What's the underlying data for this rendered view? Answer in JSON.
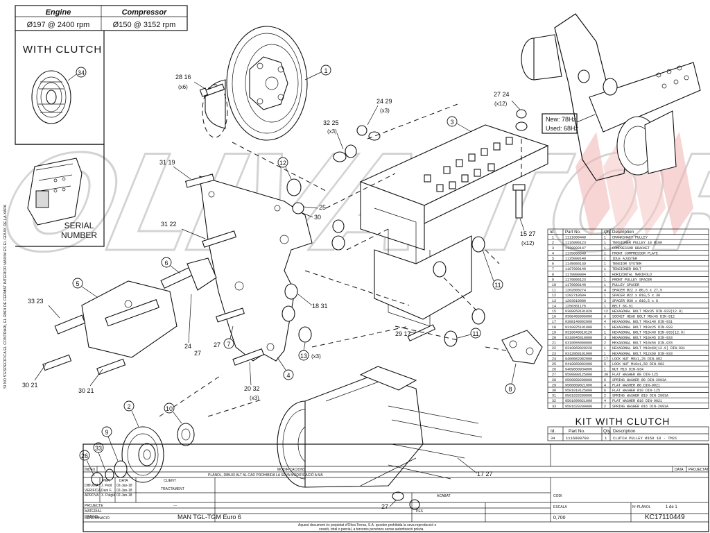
{
  "spec_table": {
    "headers": [
      "Engine",
      "Compressor"
    ],
    "values": [
      "Ø197 @ 2400 rpm",
      "Ø150 @ 3152 rpm"
    ]
  },
  "with_clutch_label": "WITH CLUTCH",
  "serial_label_1": "SERIAL",
  "serial_label_2": "NUMBER",
  "side_note": "SI NO S'ESPECIFICA EL CONTRARI, EL RADI DE FERMAT INTERIOR MAXIM ES EL GRUIX DE LA XAPA",
  "freq_new": "New: 78Hz",
  "freq_used": "Used: 68Hz",
  "callouts": {
    "c1": "1",
    "c2": "2",
    "c3": "3",
    "c4": "4",
    "c5": "5",
    "c6": "6",
    "c7": "7",
    "c8": "8",
    "c9": "9",
    "c10": "10",
    "c11a": "11",
    "c11b": "11",
    "c12": "12",
    "c13": "13",
    "c13q": "(x3)",
    "c34": "34",
    "c28_16": "28 16",
    "c28_16q": "(x6)",
    "c24_29": "24 29",
    "c24_29q": "(x3)",
    "c32_25": "32 25",
    "c32_25q": "(x3)",
    "c27_24": "27 24",
    "c27_24q": "(x12)",
    "c31_19": "31 19",
    "c31_22": "31 22",
    "c25_30": "25",
    "c30": "30",
    "c15_27": "15 27",
    "c15_27q": "(x12)",
    "c33_23": "33 23",
    "c30_21a": "30 21",
    "c30_21b": "30 21",
    "c24_27": "24",
    "c27b": "27",
    "c27c": "27",
    "c18_31": "18 31",
    "c20_32": "20 32",
    "c20_32q": "(x3)",
    "c29_17": "29 17",
    "c17_27": "17 27",
    "c27d": "27",
    "c33": "33",
    "c26": "26"
  },
  "bom": {
    "headers": [
      "Id.",
      "Part No.",
      "Qty.",
      "Description"
    ],
    "rows": [
      [
        "1",
        "1111000449",
        "1",
        "CRANKSHAFT PULLEY"
      ],
      [
        "2",
        "1116000123",
        "1",
        "TENSIONER PULLEY 18 Ø100"
      ],
      [
        "3",
        "1120000147",
        "1",
        "COMPRESSOR BRACKET"
      ],
      [
        "4",
        "1135000649",
        "1",
        "FRONT COMPRESSOR PLATE"
      ],
      [
        "5",
        "1135000149",
        "1",
        "IDLE AJUSTER"
      ],
      [
        "6",
        "1145000149",
        "1",
        "TENSIOR SYSTEM"
      ],
      [
        "7",
        "1167000149",
        "1",
        "TENSIONER BOLT"
      ],
      [
        "8",
        "1170000004",
        "1",
        "HORIZONTAL MANIFOLD"
      ],
      [
        "9",
        "1170000123",
        "1",
        "FRONT PULLEY SPACER"
      ],
      [
        "10",
        "1170000149",
        "1",
        "PULLEY SPACER"
      ],
      [
        "11",
        "1202000274",
        "4",
        "SPACER Ø22 x Ø6,5 x 27,5"
      ],
      [
        "12",
        "1202710604",
        "1",
        "SPACER Ø22 x Ø10,5 x 30"
      ],
      [
        "13",
        "1203010080",
        "3",
        "SPACER Ø30 x Ø10,5 x 8"
      ],
      [
        "14",
        "1250301175",
        "1",
        "BELT 8X-51"
      ],
      [
        "15",
        "9308050101020",
        "12",
        "HEXAGONAL BOLT M8x35 DIN-933(12.9)"
      ],
      [
        "16",
        "9308405005000",
        "6",
        "SOCKET HEAD BOLT M8x45 DIN-912"
      ],
      [
        "17",
        "9308140002000",
        "4",
        "HEXAGONAL BOLT M8x140 DIN-931"
      ],
      [
        "18",
        "9310025101000",
        "1",
        "HEXAGONAL BOLT M10x25 DIN-933"
      ],
      [
        "19",
        "9310040010120",
        "1",
        "HEXAGONAL BOLT M10x40 DIN-933(12.9)"
      ],
      [
        "20",
        "9310045010000",
        "3",
        "HEXAGONAL BOLT M10x45 DIN-933"
      ],
      [
        "21",
        "9310055000000",
        "2",
        "HEXAGONAL BOLT M10x55 DIN-933"
      ],
      [
        "22",
        "9310060020220",
        "1",
        "HEXAGONAL BOLT M10x60(12.9) DIN-931"
      ],
      [
        "23",
        "9312060101000",
        "1",
        "HEXAGONAL BOLT M12x60 DIN-933"
      ],
      [
        "24",
        "9400082982000",
        "17",
        "LOCK NUT M8x1,25 DIN-982"
      ],
      [
        "25",
        "9410060982000",
        "5",
        "LOCK NUT M10x1,50 DIN-982"
      ],
      [
        "26",
        "9409060934000",
        "1",
        "NUT M16 DIN-934"
      ],
      [
        "27",
        "9500808125000",
        "30",
        "FLAT WASHER Ø8 DIN-125"
      ],
      [
        "28",
        "9500808208000",
        "6",
        "SPRING WASHER Ø8 DIN-2093A"
      ],
      [
        "29",
        "9500809021000",
        "4",
        "FLAT WASHER Ø8 DIN-9021"
      ],
      [
        "30",
        "9501010125000",
        "6",
        "FLAT WASHER Ø10 DIN-125"
      ],
      [
        "31",
        "9501020209000",
        "2",
        "SPRING WASHER Ø10 DIN-2093A"
      ],
      [
        "32",
        "9501090021000",
        "4",
        "FLAT WASHER Ø10 DIN-9021"
      ],
      [
        "33",
        "9501620209000",
        "2",
        "SPRING WASHER Ø16 DIN-2093A"
      ]
    ]
  },
  "kit": {
    "title": "KIT WITH CLUTCH",
    "headers": [
      "Id.",
      "Part No.",
      "Qty.",
      "Description"
    ],
    "rows": [
      [
        "34",
        "1116000700",
        "1",
        "CLUTCH PULLEY Ø150 18 - TM21"
      ]
    ]
  },
  "title_block": {
    "revision_hdr": [
      "ÍNDEX",
      "MODIFICACIONS",
      "DATA",
      "PROJECTAT"
    ],
    "warning": "PLÀNOL, DIBUIX ALT AL CAD PROHIBIDA LA SEVA MODIFICACIÓ A MÀ",
    "per": "PER",
    "data": "DATA",
    "client": "CLIENT",
    "tractament": "TRACTAMENT",
    "dibuixa": "DIBUIXA",
    "dibuixa_who": "J. Petit",
    "dibuixa_date": "02-Jan-18",
    "verifica": "VERIFICA",
    "verifica_who": "Dani F.",
    "verifica_date": "02-Jan-18",
    "aprova": "APROVA",
    "aprova_who": "X. Pulgià",
    "aprova_date": "02-Jan-18",
    "projecte": "PROJECTE",
    "acabat": "ACABAT",
    "codi": "CODI",
    "material": "MATERIAL",
    "dimens": "DIMENS.",
    "pes": "PES",
    "dash": "---",
    "denominacio": "DENOMINACIÓ",
    "title": "MAN TGL-TGM Euro 6",
    "escala": "ESCALA",
    "scale": "0,700",
    "n_planol": "Nº PLÀNOL",
    "sheet": "1 de 1",
    "drawing_no": "KC17110449",
    "footer_1": "Aquest document és propietat d'Oliva Torras, S.A. queden prohibida la seva reproducció o",
    "footer_2": "cessió, total o parcial, a terceres persones sense autorització prèvia."
  },
  "watermark": "OLIVA TORRAS"
}
